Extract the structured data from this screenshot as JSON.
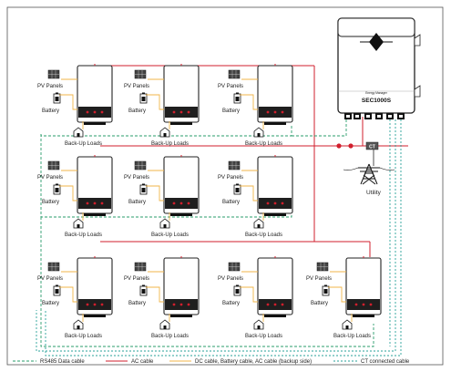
{
  "labels": {
    "pv_panels": "PV Panels",
    "battery": "Battery",
    "backup_loads": "Back-Up Loads",
    "utility": "Utility",
    "ct": "CT",
    "box_line1": "Energy Manager",
    "box_line2": "SEC1000S"
  },
  "legend": {
    "rs485": "RS485 Data cable",
    "ac": "AC cable",
    "dc": "DC cable, Battery cable, AC cable (backup side)",
    "ct": "CT connected cable"
  },
  "colors": {
    "ac_cable": "#d11f2d",
    "dc_cable": "#f0b54a",
    "rs485_cable": "#2a9c6b",
    "ct_cable": "#29a29a",
    "device_panel": "#1f1f1f",
    "device_led": "#d11f2d"
  },
  "icons": [
    "solar-panel-icon",
    "battery-icon",
    "house-icon",
    "utility-tower-icon",
    "ct-clamp-icon"
  ]
}
